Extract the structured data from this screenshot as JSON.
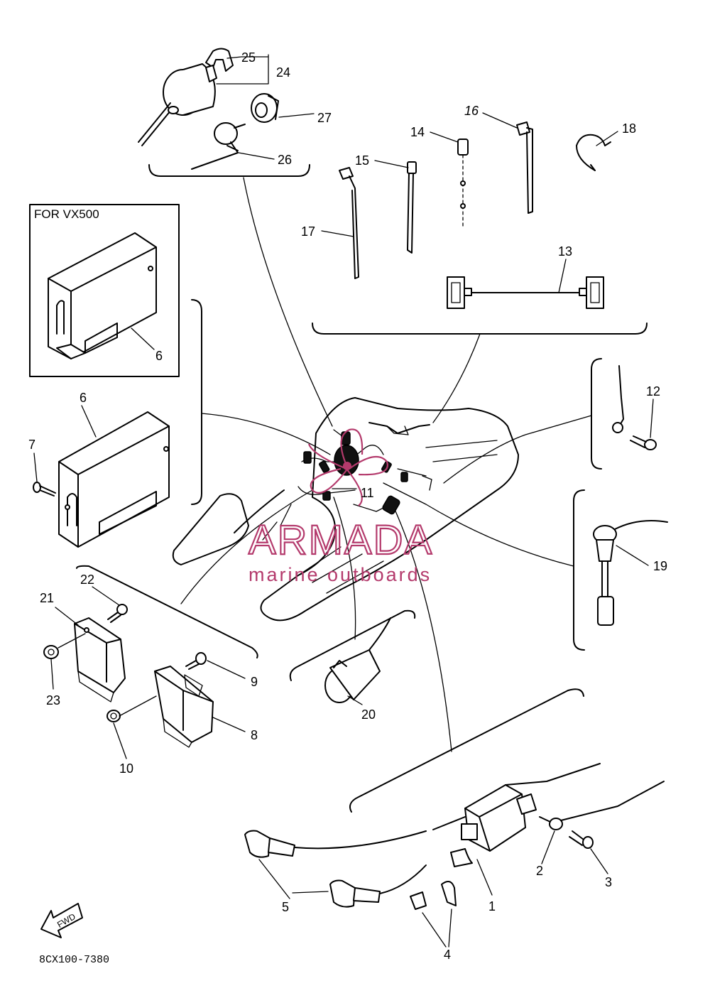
{
  "diagram": {
    "inset_caption": "FOR VX500",
    "drawing_code": "8CX100-7380",
    "fwd_arrow_text": "FWD",
    "watermark": {
      "brand": "ARMADA",
      "tagline": "marine outboards",
      "color": "#b43a6c"
    },
    "callouts": {
      "c1": "1",
      "c2": "2",
      "c3": "3",
      "c4": "4",
      "c5": "5",
      "c6a": "6",
      "c6b": "6",
      "c7": "7",
      "c8": "8",
      "c9": "9",
      "c10": "10",
      "c11": "11",
      "c12": "12",
      "c13": "13",
      "c14": "14",
      "c15": "15",
      "c16": "16",
      "c17": "17",
      "c18": "18",
      "c19": "19",
      "c20": "20",
      "c21": "21",
      "c22": "22",
      "c23": "23",
      "c24": "24",
      "c25": "25",
      "c26": "26",
      "c27": "27"
    }
  }
}
